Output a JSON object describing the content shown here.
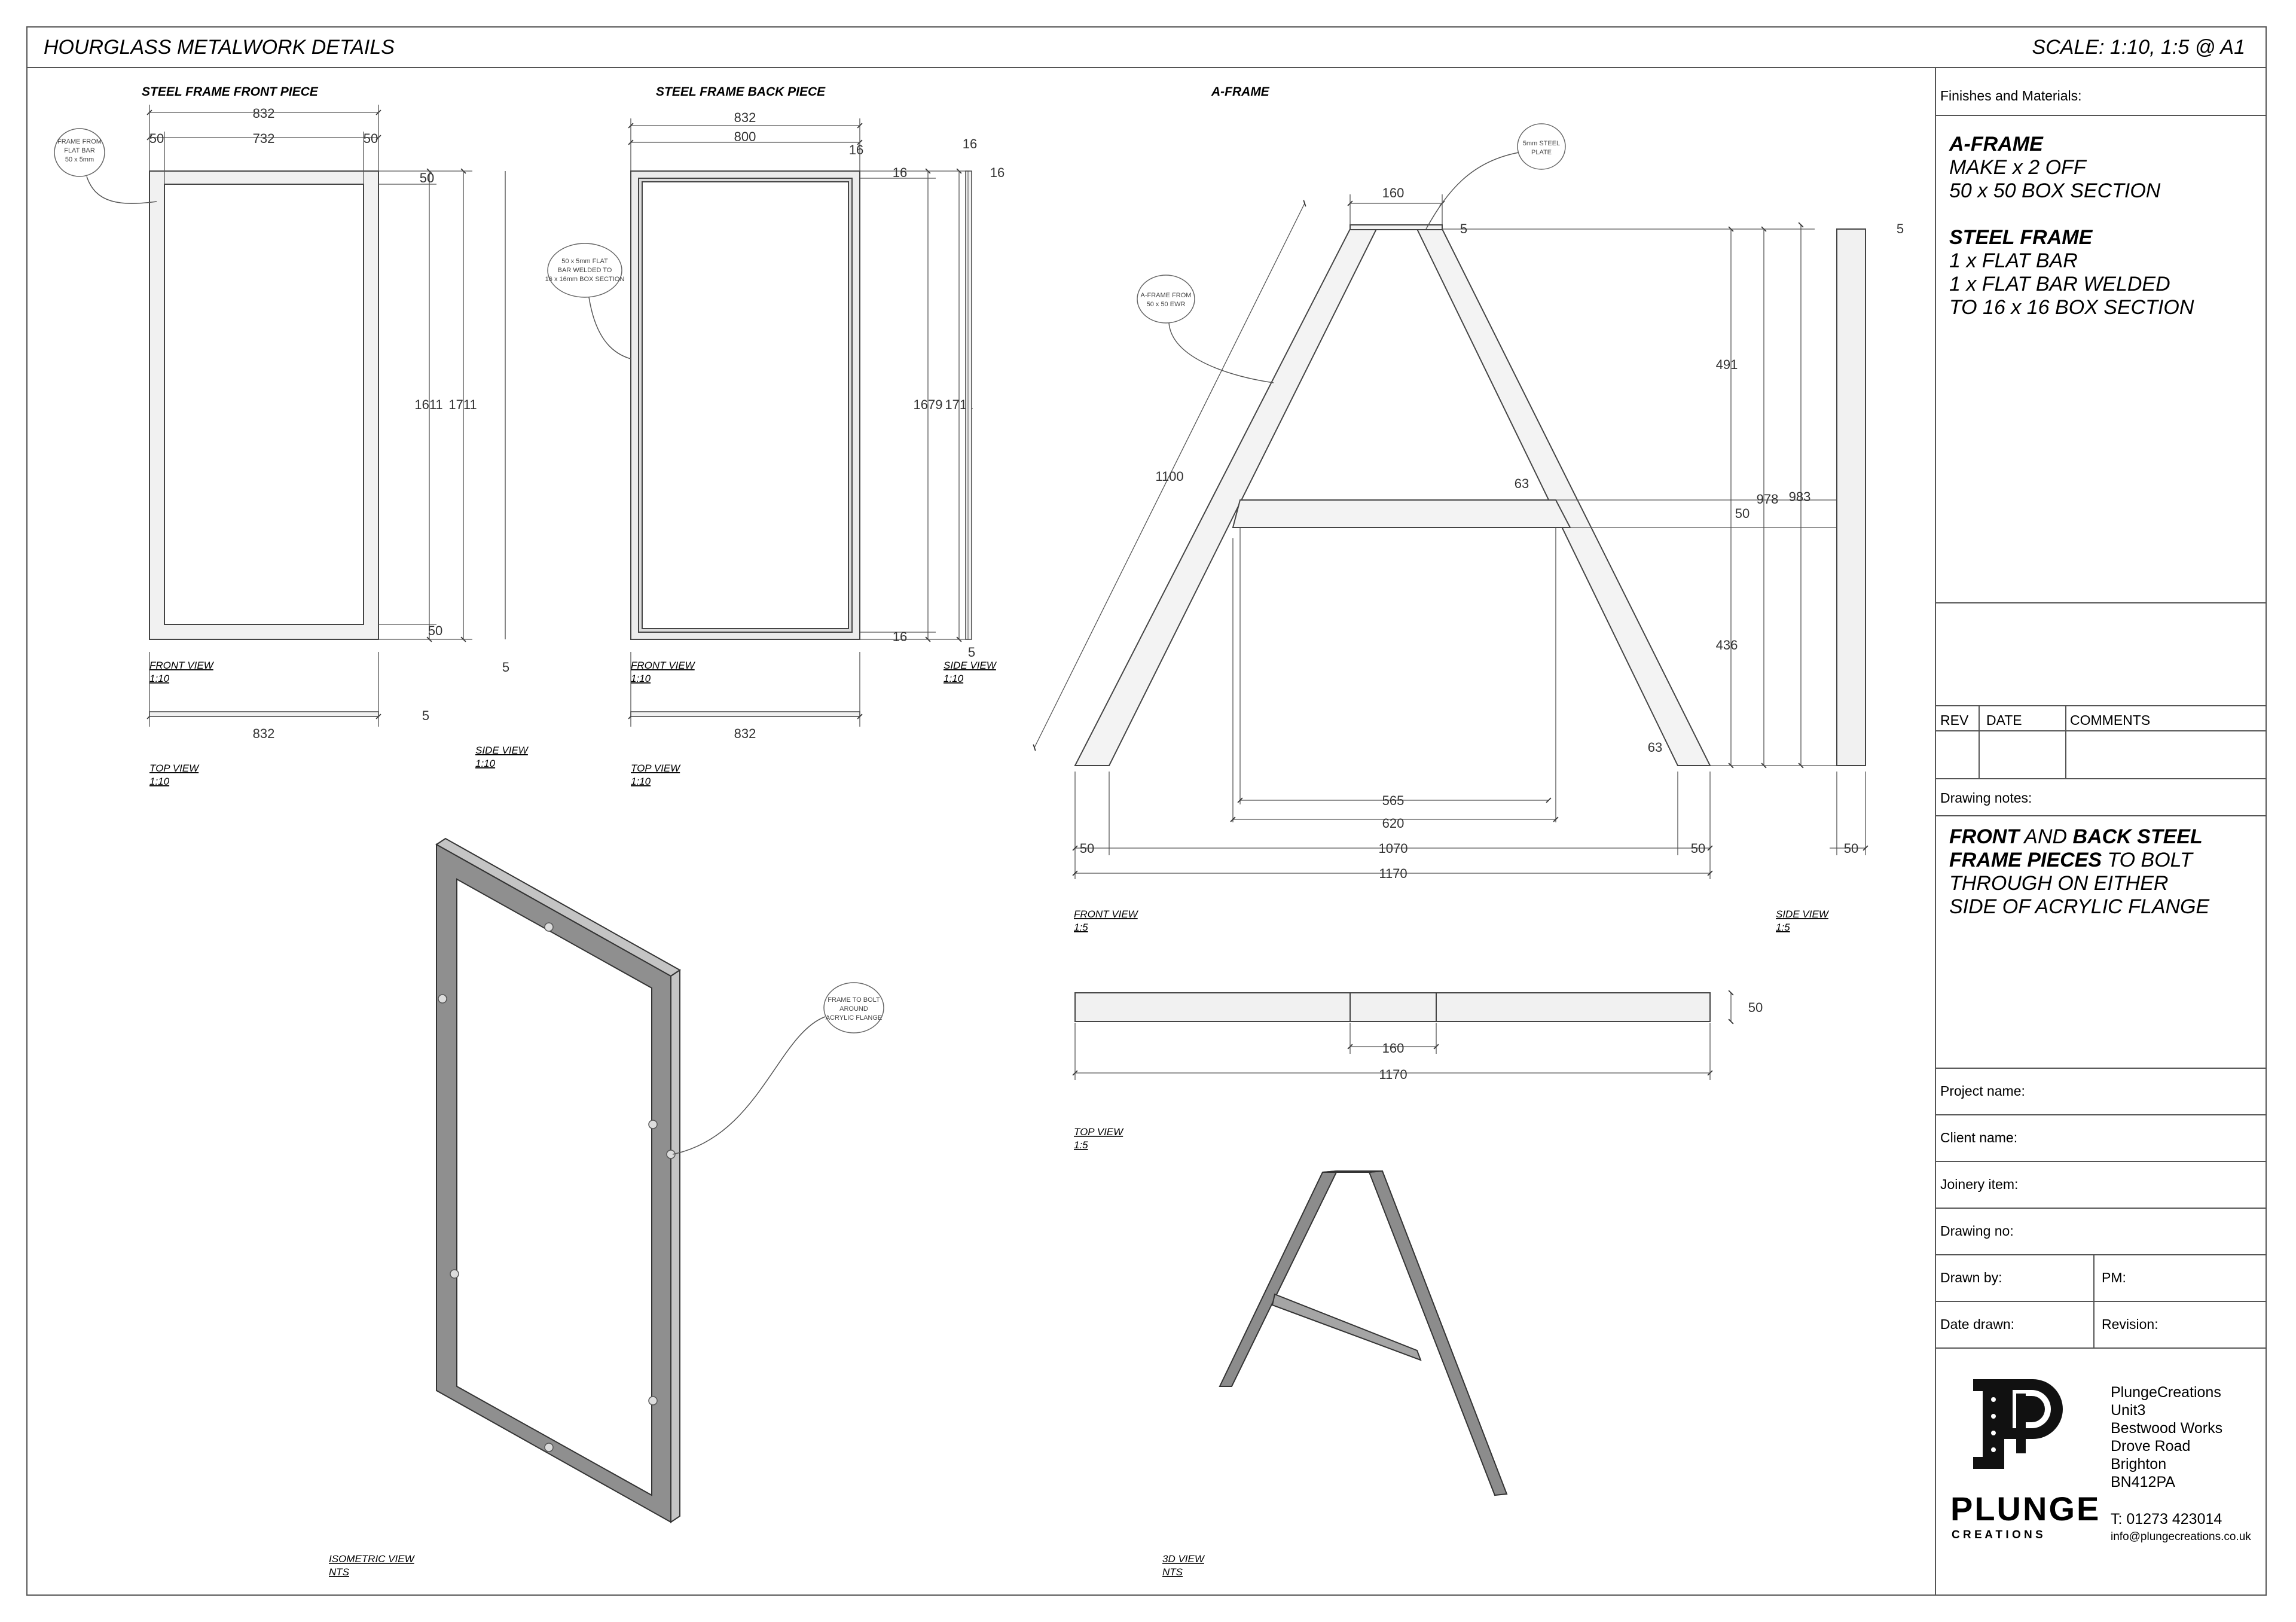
{
  "header": {
    "title": "HOURGLASS METALWORK DETAILS",
    "scale": "SCALE: 1:10, 1:5 @ A1"
  },
  "views": {
    "front_piece": {
      "heading": "STEEL FRAME FRONT PIECE",
      "front_view": "FRONT VIEW",
      "front_scale": "1:10",
      "top_view": "TOP VIEW",
      "top_scale": "1:10",
      "side_view": "SIDE VIEW",
      "side_scale": "1:10",
      "note": [
        "FRAME FROM",
        "FLAT BAR",
        "50 x 5mm"
      ],
      "dims": {
        "overall_w": "832",
        "inner_w": "732",
        "flange_l": "50",
        "flange_r": "50",
        "top_bar": "50",
        "bottom_bar": "50",
        "inner_h": "1611",
        "overall_h": "1711",
        "side_thk": "5",
        "top_w": "832",
        "top_thk": "5"
      }
    },
    "back_piece": {
      "heading": "STEEL FRAME BACK PIECE",
      "front_view": "FRONT VIEW",
      "front_scale": "1:10",
      "top_view": "TOP VIEW",
      "top_scale": "1:10",
      "side_view": "SIDE VIEW",
      "side_scale": "1:10",
      "note": [
        "50 x 5mm FLAT",
        "BAR WELDED TO",
        "16 x 16mm BOX SECTION"
      ],
      "dims": {
        "overall_w": "832",
        "inner_w": "800",
        "box_top": "16",
        "box_t1": "16",
        "box_bottom": "16",
        "inner_h": "1679",
        "overall_h": "1711",
        "side_w": "16",
        "side_d": "16",
        "side_thk": "5",
        "top_w": "832"
      }
    },
    "a_frame": {
      "heading": "A-FRAME",
      "front_view": "FRONT VIEW",
      "front_scale": "1:5",
      "side_view": "SIDE VIEW",
      "side_scale": "1:5",
      "top_view": "TOP VIEW",
      "top_scale": "1:5",
      "note_plate": [
        "5mm STEEL",
        "PLATE"
      ],
      "note_frame": [
        "A-FRAME FROM",
        "50 x 50 EWR"
      ],
      "dims": {
        "top_w": "160",
        "plate": "5",
        "leg_len": "1100",
        "upper_h": "491",
        "cross": "50",
        "lower_h": "436",
        "inner_h": "978",
        "overall_h": "983",
        "angle_top": "63",
        "angle_bottom": "63",
        "inner_span_1": "565",
        "inner_span_2": "620",
        "foot_l": "50",
        "base_inner": "1070",
        "foot_r": "50",
        "base_total": "1170",
        "side_w": "50",
        "side_plate": "5",
        "top_depth": "50",
        "top_mid": "160",
        "top_total": "1170"
      }
    },
    "isometric": {
      "label": "ISOMETRIC VIEW",
      "scale": "NTS",
      "note": [
        "FRAME TO BOLT",
        "AROUND",
        "ACRYLIC FLANGE"
      ]
    },
    "view3d": {
      "label": "3D VIEW",
      "scale": "NTS"
    }
  },
  "title_block": {
    "finishes_label": "Finishes and Materials:",
    "aframe_title": "A-FRAME",
    "aframe_lines": [
      "MAKE x 2 OFF",
      "50 x 50 BOX SECTION"
    ],
    "steel_title": "STEEL FRAME",
    "steel_lines": [
      "1 x FLAT BAR",
      "1 x FLAT BAR WELDED",
      "TO 16 x 16 BOX SECTION"
    ],
    "rev_headers": {
      "rev": "REV",
      "date": "DATE",
      "comments": "COMMENTS"
    },
    "notes_label": "Drawing notes:",
    "notes": {
      "w1": "FRONT",
      "w2": " AND ",
      "w3": "BACK STEEL",
      "w4": "FRAME PIECES",
      "w5": " TO BOLT",
      "line3": "THROUGH ON EITHER",
      "line4": "SIDE OF ACRYLIC FLANGE"
    },
    "fields": {
      "project": "Project name:",
      "client": "Client name:",
      "joinery": "Joinery item:",
      "drawing_no": "Drawing no:",
      "drawn_by": "Drawn by:",
      "pm": "PM:",
      "date_drawn": "Date drawn:",
      "revision": "Revision:"
    },
    "company": {
      "logo_word": "PLUNGE",
      "logo_sub": "C R E A T I O N S",
      "name": "PlungeCreations",
      "address": [
        "Unit3",
        "Bestwood Works",
        "Drove Road",
        "Brighton",
        "BN412PA"
      ],
      "phone": "T: 01273 423014",
      "email": "info@plungecreations.co.uk"
    }
  }
}
